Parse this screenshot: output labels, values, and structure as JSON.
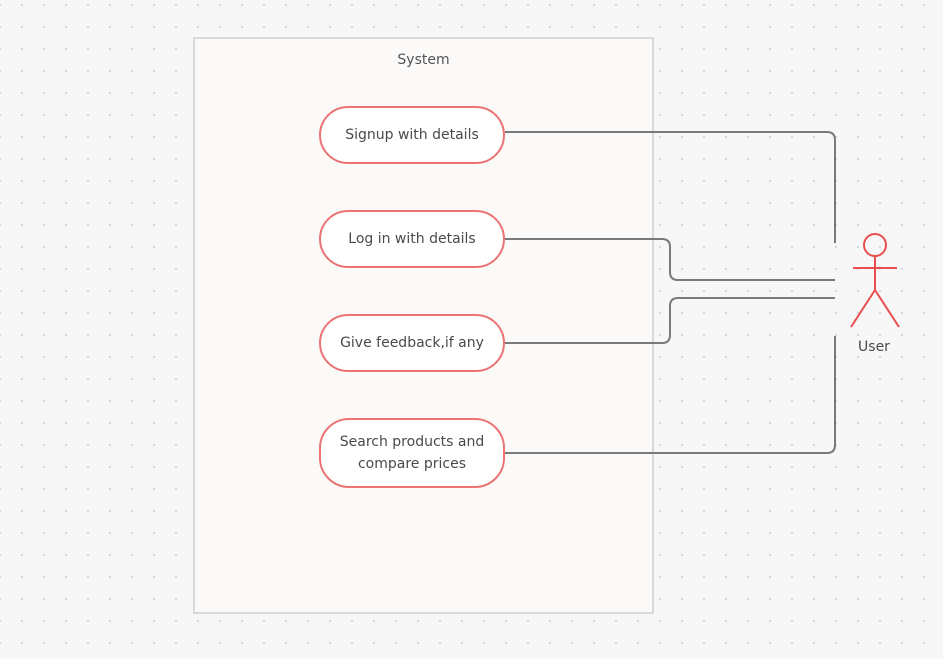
{
  "diagram": {
    "system": {
      "title": "System"
    },
    "use_cases": [
      {
        "id": "signup",
        "label": "Signup with details"
      },
      {
        "id": "login",
        "label": "Log in with details"
      },
      {
        "id": "feedback",
        "label": "Give feedback,if  any"
      },
      {
        "id": "search",
        "label": "Search  products and\ncompare  prices"
      }
    ],
    "actor": {
      "label": "User",
      "icon": "stick-figure-icon",
      "color": "#e84e4e"
    },
    "colors": {
      "use_case_border": "#ec7474",
      "connector": "#7a7a7a"
    }
  }
}
